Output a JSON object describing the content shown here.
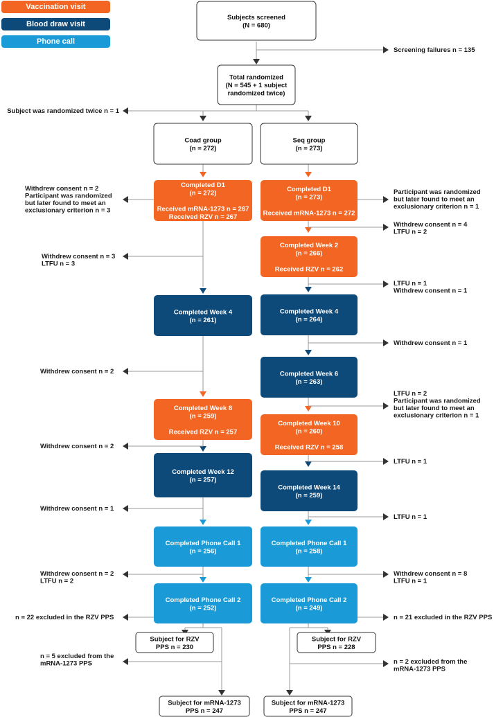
{
  "colors": {
    "vaccination": "#f26522",
    "blood_draw": "#0d4a7a",
    "phone": "#1a9ad6",
    "line": "#999999",
    "arrow_dark": "#333333"
  },
  "legend": [
    {
      "label": "Vaccination visit",
      "color": "#f26522"
    },
    {
      "label": "Blood draw visit",
      "color": "#0d4a7a"
    },
    {
      "label": "Phone call",
      "color": "#1a9ad6"
    }
  ],
  "top": {
    "screened": [
      "Subjects screened",
      "(N = 680)"
    ],
    "screen_fail": "Screening failures n = 135",
    "randomized": [
      "Total randomized",
      "(N = 545 + 1 subject",
      "randomized twice)"
    ],
    "rand_twice": "Subject was randomized twice n = 1"
  },
  "coad": {
    "group": [
      "Coad group",
      "(n = 272)"
    ],
    "d1": [
      "Completed D1",
      "(n = 272)",
      "",
      "Received mRNA-1273 n = 267",
      "Received RZV n = 267"
    ],
    "d1_side": [
      "Withdrew consent n = 2",
      "Participant was randomized",
      "but later found to meet an",
      "exclusionary criterion n = 3"
    ],
    "pre_w4_side": [
      "Withdrew consent n = 3",
      "LTFU  n = 3"
    ],
    "w4": [
      "Completed Week 4",
      "(n = 261)"
    ],
    "pre_w8_side": [
      "Withdrew consent n = 2"
    ],
    "w8": [
      "Completed Week 8",
      "(n = 259)",
      "",
      "Received RZV n = 257"
    ],
    "pre_w12_side": [
      "Withdrew consent n = 2"
    ],
    "w12": [
      "Completed Week 12",
      "(n = 257)"
    ],
    "pre_pc1_side": [
      "Withdrew consent n = 1"
    ],
    "pc1": [
      "Completed Phone Call 1",
      "(n = 256)"
    ],
    "pre_pc2_side": [
      "Withdrew consent n = 2",
      "LTFU n = 2"
    ],
    "pc2": [
      "Completed Phone Call 2",
      "(n = 252)"
    ],
    "rzv_excl": "n = 22 excluded in the RZV PPS",
    "rzv_pps": [
      "Subject for RZV",
      "PPS n = 230"
    ],
    "mrna_excl": [
      "n = 5 excluded from the",
      "mRNA-1273 PPS"
    ],
    "mrna_pps": [
      "Subject for mRNA-1273",
      "PPS n = 247"
    ]
  },
  "seq": {
    "group": [
      "Seq group",
      "(n = 273)"
    ],
    "d1": [
      "Completed D1",
      "(n = 273)",
      "",
      "Received mRNA-1273 n = 272"
    ],
    "d1_side": [
      "Participant was randomized",
      "but later found to meet an",
      "exclusionary criterion n = 1"
    ],
    "pre_w2_side": [
      "Withdrew consent n = 4",
      "LTFU n = 2"
    ],
    "w2": [
      "Completed Week 2",
      "(n = 266)",
      "",
      "Received RZV n = 262"
    ],
    "pre_w4_side": [
      "LTFU n = 1",
      "Withdrew consent n = 1"
    ],
    "w4": [
      "Completed Week 4",
      "(n = 264)"
    ],
    "pre_w6_side": [
      "Withdrew consent n = 1"
    ],
    "w6": [
      "Completed Week 6",
      "(n = 263)"
    ],
    "pre_w10_side": [
      "LTFU n = 2",
      "Participant was randomized",
      "but later found to meet an",
      "exclusionary criterion n = 1"
    ],
    "w10": [
      "Completed Week 10",
      "(n = 260)",
      "",
      "Received RZV n = 258"
    ],
    "pre_w14_side": [
      "LTFU n = 1"
    ],
    "w14": [
      "Completed Week 14",
      "(n = 259)"
    ],
    "pre_pc1_side": [
      "LTFU n = 1"
    ],
    "pc1": [
      "Completed Phone Call 1",
      "(n = 258)"
    ],
    "pre_pc2_side": [
      "Withdrew consent n = 8",
      "LTFU n = 1"
    ],
    "pc2": [
      "Completed Phone Call 2",
      "(n = 249)"
    ],
    "rzv_excl": "n = 21 excluded in the RZV PPS",
    "rzv_pps": [
      "Subject for RZV",
      "PPS n = 228"
    ],
    "mrna_excl": [
      "n = 2 excluded from the",
      "mRNA-1273 PPS"
    ],
    "mrna_pps": [
      "Subject for mRNA-1273",
      "PPS n = 247"
    ]
  }
}
